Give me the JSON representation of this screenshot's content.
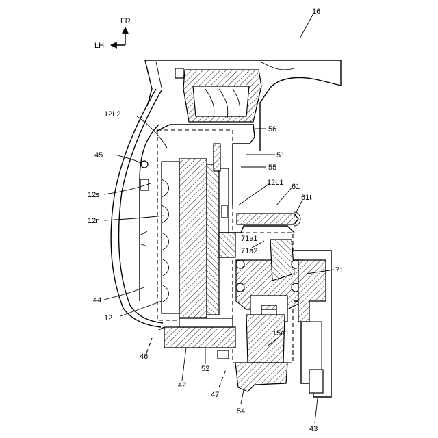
{
  "orientation": {
    "forward_label": "FR",
    "left_label": "LH"
  },
  "labels": {
    "l16": "16",
    "l12L2": "12L2",
    "l56": "56",
    "l45": "45",
    "l51": "51",
    "l55": "55",
    "l12s": "12s",
    "l12L1": "12L1",
    "l61": "61",
    "l61t": "61t",
    "l12r": "12r",
    "l71a1": "71a1",
    "l71a2": "71a2",
    "l71": "71",
    "l44": "44",
    "l12": "12",
    "l15a1": "15a1",
    "l46": "46",
    "l42": "42",
    "l52": "52",
    "l47": "47",
    "l54": "54",
    "l43": "43"
  }
}
